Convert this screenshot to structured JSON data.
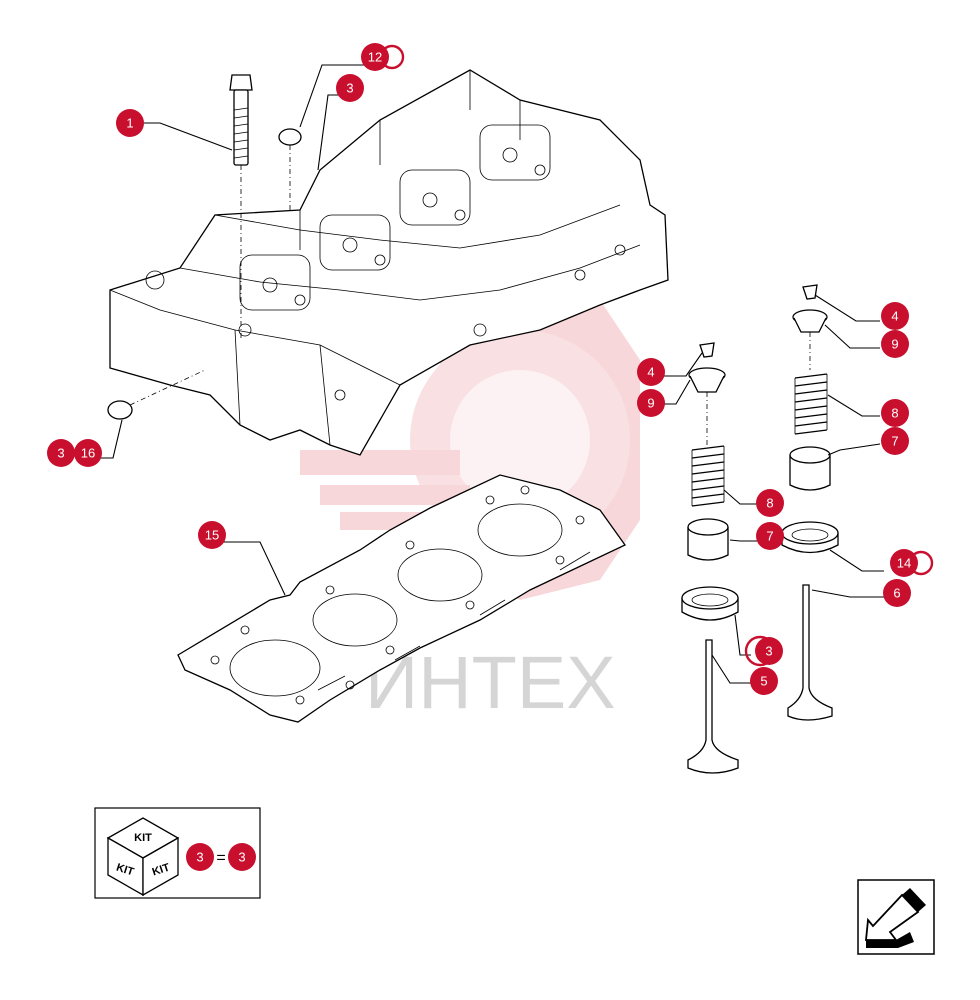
{
  "colors": {
    "callout": "#c8102e",
    "watermark_red": "#f2b7bc",
    "watermark_text": "#c8c8c8",
    "line": "#000000"
  },
  "watermark": {
    "text": "ИНТЕХ"
  },
  "callouts": [
    {
      "id": "c1",
      "label": "1"
    },
    {
      "id": "c12",
      "label": "12"
    },
    {
      "id": "c3a",
      "label": "3"
    },
    {
      "id": "c3b",
      "label": "3"
    },
    {
      "id": "c16",
      "label": "16"
    },
    {
      "id": "c15",
      "label": "15"
    },
    {
      "id": "c4a",
      "label": "4"
    },
    {
      "id": "c9a",
      "label": "9"
    },
    {
      "id": "c4b",
      "label": "4"
    },
    {
      "id": "c9b",
      "label": "9"
    },
    {
      "id": "c8a",
      "label": "8"
    },
    {
      "id": "c7a",
      "label": "7"
    },
    {
      "id": "c8b",
      "label": "8"
    },
    {
      "id": "c7b",
      "label": "7"
    },
    {
      "id": "c14",
      "label": "14"
    },
    {
      "id": "c6",
      "label": "6"
    },
    {
      "id": "c3c",
      "label": "3"
    },
    {
      "id": "c5",
      "label": "5"
    }
  ],
  "kit_box": {
    "kit_label": "KIT",
    "left_callout": "3",
    "equals": "=",
    "right_callout": "3"
  },
  "nav_icon": "arrow-back-icon"
}
